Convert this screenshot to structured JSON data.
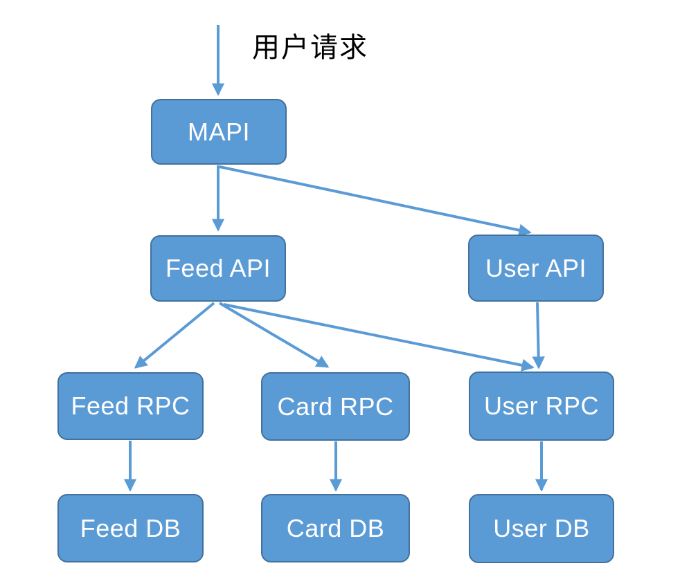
{
  "diagram": {
    "annotation": "用户请求",
    "colors": {
      "node_fill": "#5B9BD5",
      "node_border": "#41719C",
      "arrow": "#5B9BD5",
      "node_text": "#FFFFFF",
      "annotation_text": "#000000",
      "background": "#FFFFFF"
    },
    "nodes": {
      "mapi": {
        "label": "MAPI"
      },
      "feed_api": {
        "label": "Feed API"
      },
      "user_api": {
        "label": "User API"
      },
      "feed_rpc": {
        "label": "Feed RPC"
      },
      "card_rpc": {
        "label": "Card RPC"
      },
      "user_rpc": {
        "label": "User RPC"
      },
      "feed_db": {
        "label": "Feed DB"
      },
      "card_db": {
        "label": "Card DB"
      },
      "user_db": {
        "label": "User DB"
      }
    },
    "edges": [
      {
        "from": "user_request_annotation",
        "to": "mapi"
      },
      {
        "from": "mapi",
        "to": "feed_api"
      },
      {
        "from": "mapi",
        "to": "user_api"
      },
      {
        "from": "feed_api",
        "to": "feed_rpc"
      },
      {
        "from": "feed_api",
        "to": "card_rpc"
      },
      {
        "from": "feed_api",
        "to": "user_rpc"
      },
      {
        "from": "user_api",
        "to": "user_rpc"
      },
      {
        "from": "feed_rpc",
        "to": "feed_db"
      },
      {
        "from": "card_rpc",
        "to": "card_db"
      },
      {
        "from": "user_rpc",
        "to": "user_db"
      }
    ]
  }
}
